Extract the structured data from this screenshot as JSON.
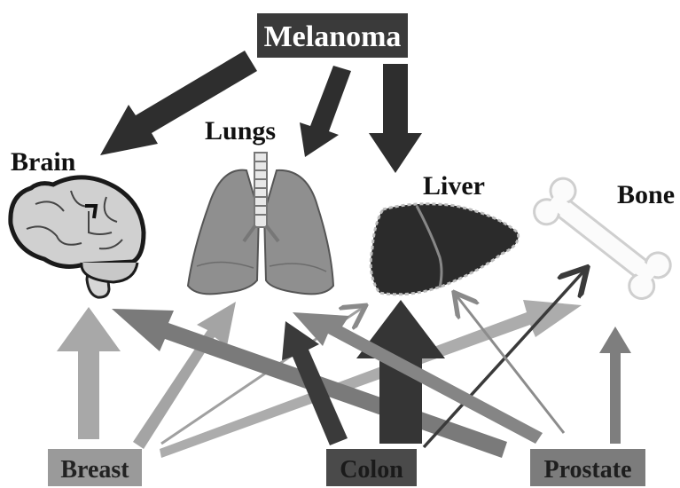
{
  "labels": {
    "melanoma": "Melanoma",
    "brain": "Brain",
    "lungs": "Lungs",
    "liver": "Liver",
    "bone": "Bone",
    "breast": "Breast",
    "colon": "Colon",
    "prostate": "Prostate"
  },
  "colors": {
    "dark": "#3a3a3a",
    "mid": "#6e6e6e",
    "light": "#a9a9a9",
    "outline": "#1a1a1a",
    "background": "#ffffff"
  },
  "icons": [
    "brain-icon",
    "lungs-icon",
    "liver-icon",
    "bone-icon"
  ]
}
